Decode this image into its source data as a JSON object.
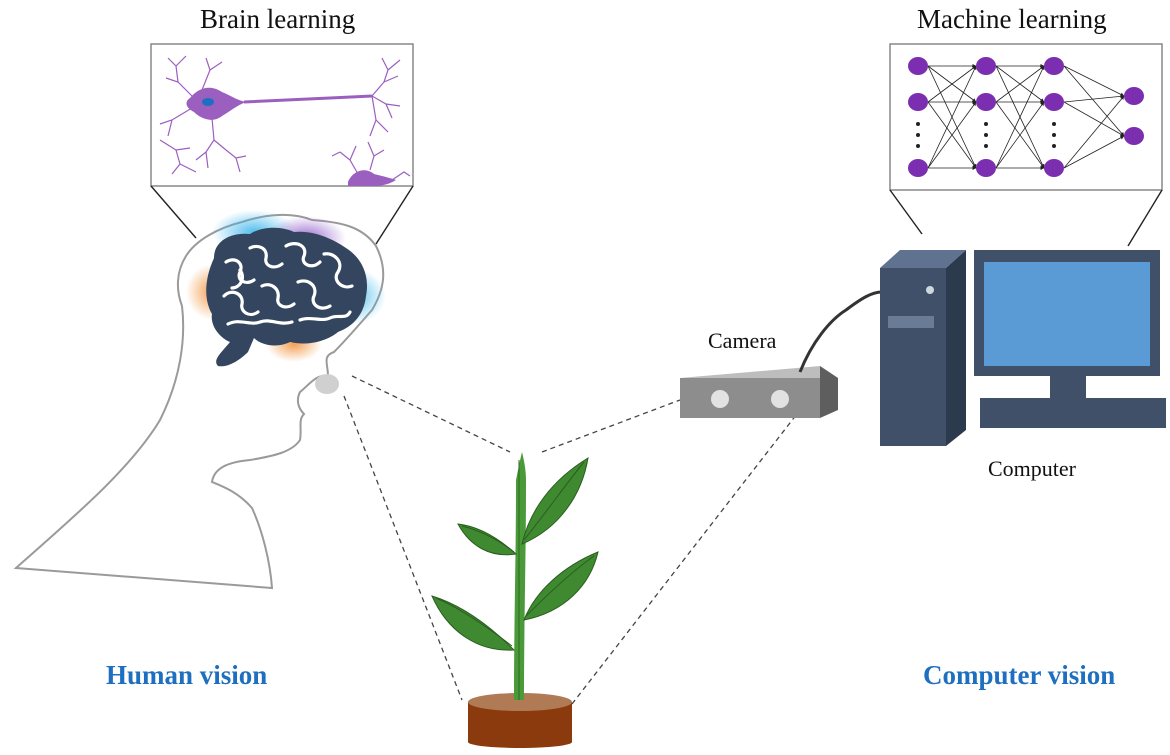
{
  "labels": {
    "brain_learning": "Brain learning",
    "machine_learning": "Machine learning",
    "camera": "Camera",
    "computer": "Computer",
    "human_vision": "Human vision",
    "computer_vision": "Computer vision"
  },
  "colors": {
    "accent_blue": "#1f6fc1",
    "neuron": "#9b5fc0",
    "nn_node": "#7b2fb0",
    "brain": "#34455f",
    "leaf": "#3f8a30",
    "pot": "#8b3a0e",
    "camera": "#8d8d8d",
    "computer_body": "#3f5068",
    "screen": "#5b9bd5"
  },
  "icons": [
    "neuron-icon",
    "brain-icon",
    "neural-network-icon",
    "camera-icon",
    "computer-tower-icon",
    "monitor-icon",
    "plant-icon",
    "eye-icon"
  ]
}
